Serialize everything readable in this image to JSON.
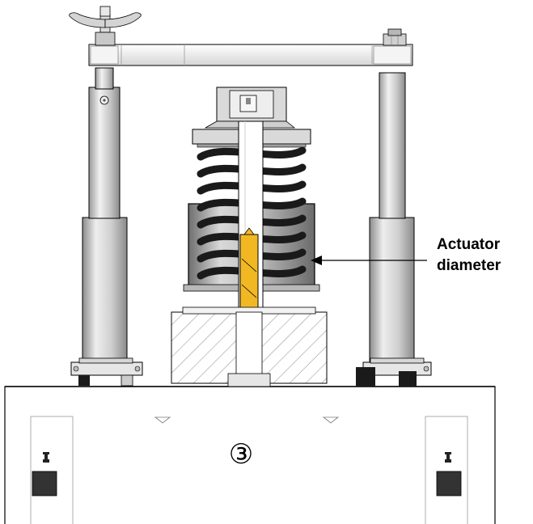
{
  "callout": {
    "line1": "Actuator",
    "line2": "diameter"
  },
  "base_marker": "③",
  "colors": {
    "actuator_rod": "#f2b824",
    "outline": "#000000",
    "metal_light": "#e6e6e6",
    "metal_mid": "#bdbdbd",
    "metal_dark": "#808080",
    "spring": "#1a1a1a",
    "dark_block": "#333333"
  },
  "icons": [
    "wing-nut-icon",
    "hex-nut-icon",
    "arrow-left-icon"
  ]
}
